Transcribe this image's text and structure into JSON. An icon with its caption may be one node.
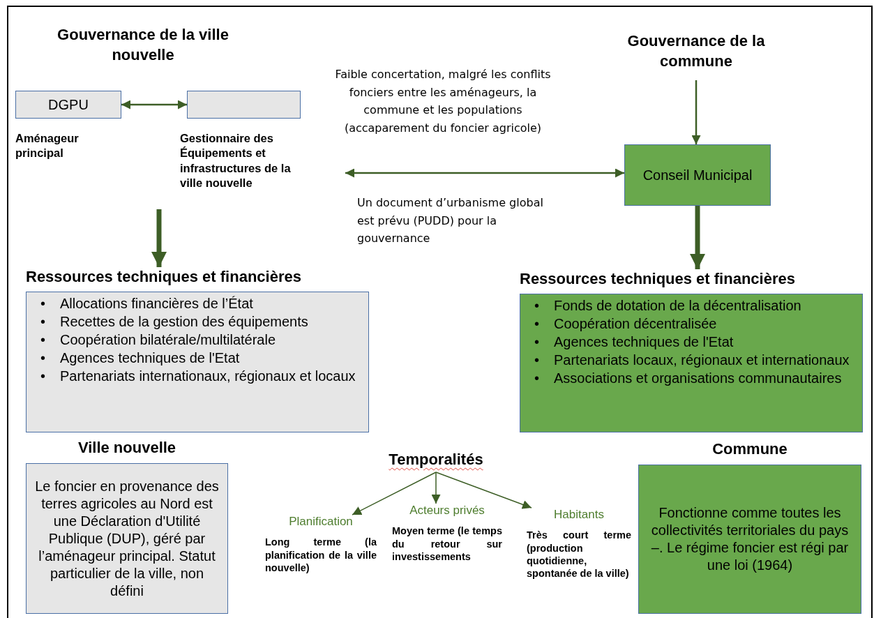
{
  "diagram": {
    "nodes": [
      {
        "text": [
          "DGPU"
        ],
        "beside": [
          "Aménageur principal"
        ]
      },
      {
        "text": [],
        "shape": "box",
        "beside": [
          "Gestionnaire des Équipements et infrastructures de la ville nouvelle"
        ]
      },
      {
        "text": [
          "Gouvernance de la commune"
        ]
      },
      {
        "text": [
          "Conseil Municipal"
        ]
      },
      {
        "text": [
          "Ressources techniques et financières",
          "•",
          "Allocations financières de l’État",
          "•",
          "Recettes de la gestion des équipements",
          "•",
          "Coopération bilatérale/multilatérale",
          "•",
          "Agences techniques de l'Etat",
          "•",
          "Partenariats internationaux, régionaux et locaux"
        ]
      },
      {
        "text": [
          "Ressources techniques et financières",
          "•",
          "Fonds de dotation de la décentralisation",
          "•",
          "Coopération décentralisée",
          "•",
          "Agences techniques de l'Etat",
          "•",
          "Partenariats locaux, régionaux et internationaux",
          "•",
          "Associations et organisations communautaires"
        ]
      },
      {
        "text": [
          "Ville nouvelle",
          "Le foncier en provenance des terres agricoles au Nord est une Déclaration d'Utilité Publique (DUP), géré par l’aménageur principal. Statut particulier de la ville, non défini"
        ]
      },
      {
        "text": [
          "Commune",
          "Fonctionne comme toutes les collectivités territoriales du pays –. Le régime foncier est régi par une loi (1964)"
        ]
      },
      {
        "text": [
          "Temporalités"
        ]
      },
      {
        "text": [
          "Planification",
          "Long terme (la planification de la ville nouvelle)"
        ]
      },
      {
        "text": [
          "Acteurs privés",
          "Moyen terme (le temps du retour sur investissements"
        ]
      },
      {
        "text": [
          "Habitants",
          "Très court terme (production quotidienne, spontanée de la ville)"
        ]
      }
    ],
    "edges": [
      {
        "from": 0,
        "to": 1,
        "arrow": "both"
      },
      {
        "from": null,
        "to": 3,
        "arrow": "both",
        "label": "Faible concertation, malgré les conflits fonciers entre les aménageurs, la commune et les populations (accaparement du foncier agricole)"
      },
      {
        "from": null,
        "to": 4,
        "arrow": "to",
        "style": "thick"
      },
      {
        "from": 2,
        "to": 3,
        "arrow": "to"
      },
      {
        "from": 3,
        "to": 5,
        "arrow": "to",
        "style": "thick"
      },
      {
        "from": 8,
        "to": 9,
        "arrow": "to"
      },
      {
        "from": 8,
        "to": 10,
        "arrow": "to"
      },
      {
        "from": 8,
        "to": 11,
        "arrow": "to"
      }
    ],
    "labels": [
      "Gouvernance de la ville nouvelle",
      "Un document d’urbanisme global est prévu (PUDD) pour la gouvernance"
    ]
  }
}
